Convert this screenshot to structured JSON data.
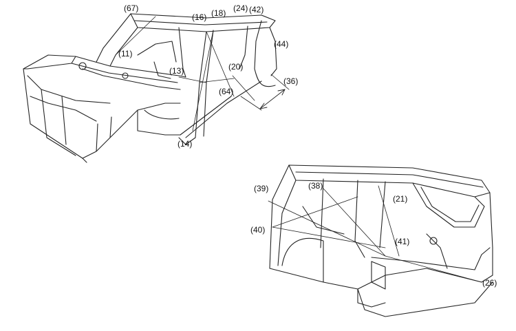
{
  "diagram": {
    "callouts": {
      "c67": "(67)",
      "c16": "(16)",
      "c18": "(18)",
      "c24": "(24)",
      "c42": "(42)",
      "c44": "(44)",
      "c11": "(11)",
      "c13": "(13)",
      "c20": "(20)",
      "c36": "(36)",
      "c64": "(64)",
      "c14": "(14)",
      "c39": "(39)",
      "c38": "(38)",
      "c21": "(21)",
      "c40": "(40)",
      "c41": "(41)",
      "c26": "(26)"
    }
  }
}
